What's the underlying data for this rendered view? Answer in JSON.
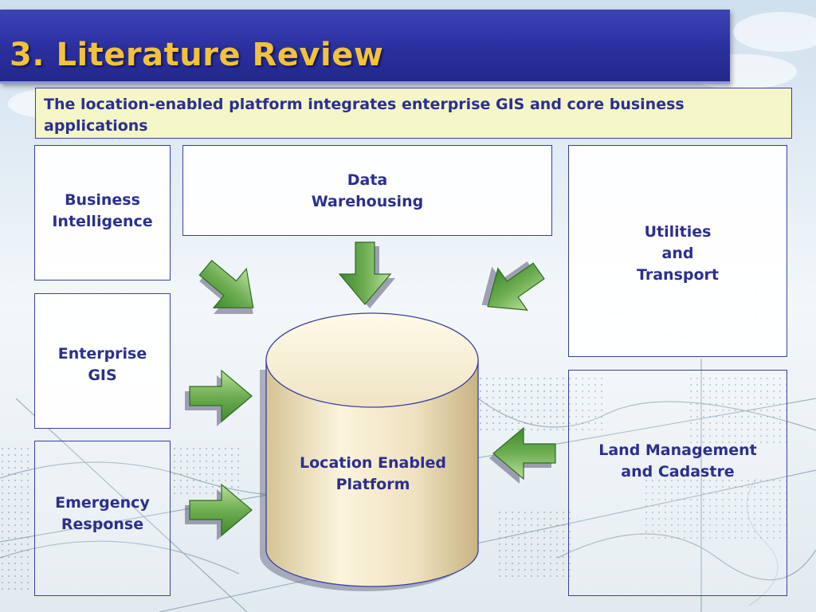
{
  "slide": {
    "title": "3. Literature Review",
    "subtitle": "The location-enabled platform integrates enterprise GIS  and core business applications"
  },
  "boxes": {
    "business_intelligence": [
      "Business",
      "Intelligence"
    ],
    "data_warehousing": [
      "Data",
      "Warehousing"
    ],
    "utilities_transport": [
      "Utilities",
      "and",
      "Transport"
    ],
    "enterprise_gis": [
      "Enterprise",
      "GIS"
    ],
    "emergency_response": [
      "Emergency",
      "Response"
    ],
    "land_management": [
      "Land Management",
      "and Cadastre"
    ]
  },
  "center": {
    "label": [
      "Location Enabled",
      "Platform"
    ]
  },
  "colors": {
    "title_bar": "#2a2f9e",
    "title_text": "#f2c23a",
    "label_text": "#2b2f8f",
    "subtitle_fill": "#f4f6c8",
    "arrow_fill": "#6fae52",
    "cylinder_fill": "#efe2c0"
  }
}
